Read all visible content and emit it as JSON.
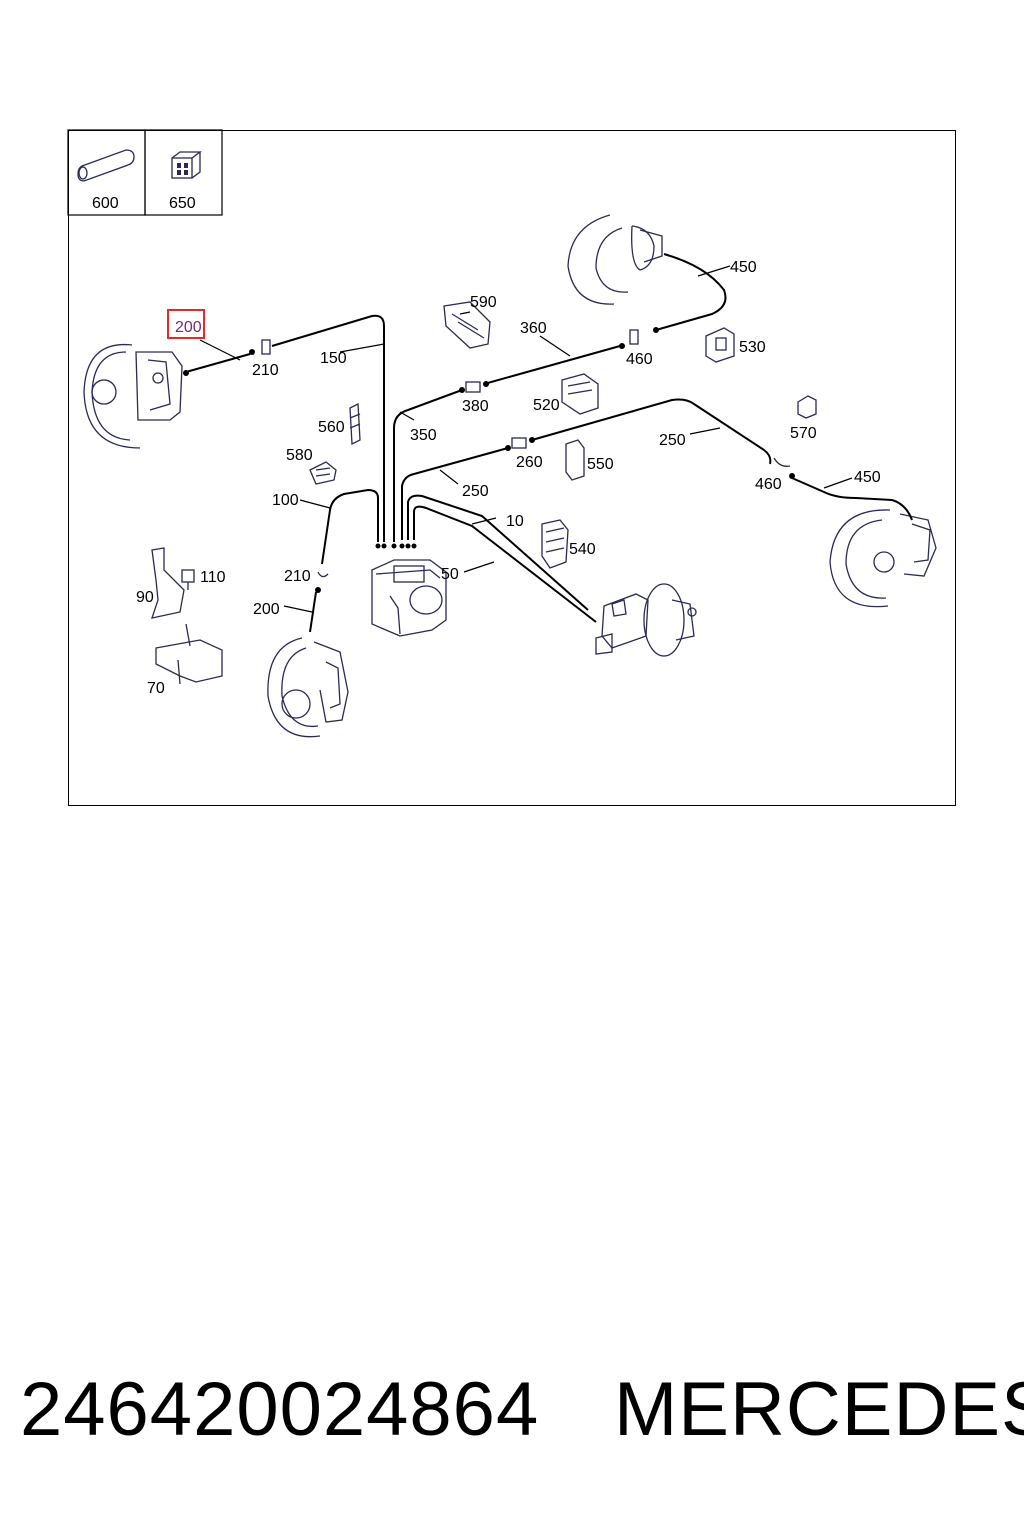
{
  "diagram": {
    "inset_labels": [
      "600",
      "650"
    ],
    "part_labels": {
      "p200a": "200",
      "p210a": "210",
      "p150": "150",
      "p590": "590",
      "p360": "360",
      "p460a": "460",
      "p450a": "450",
      "p530": "530",
      "p380": "380",
      "p520": "520",
      "p350": "350",
      "p560": "560",
      "p570": "570",
      "p250a": "250",
      "p580": "580",
      "p260": "260",
      "p550": "550",
      "p250b": "250",
      "p460b": "460",
      "p450b": "450",
      "p100": "100",
      "p10": "10",
      "p540": "540",
      "p110": "110",
      "p90": "90",
      "p210b": "210",
      "p50": "50",
      "p200b": "200",
      "p70": "70"
    },
    "highlighted_label": "200",
    "highlight_color": "#e8282b"
  },
  "footer": {
    "part_number": "246420024864",
    "brand": "MERCEDES"
  }
}
